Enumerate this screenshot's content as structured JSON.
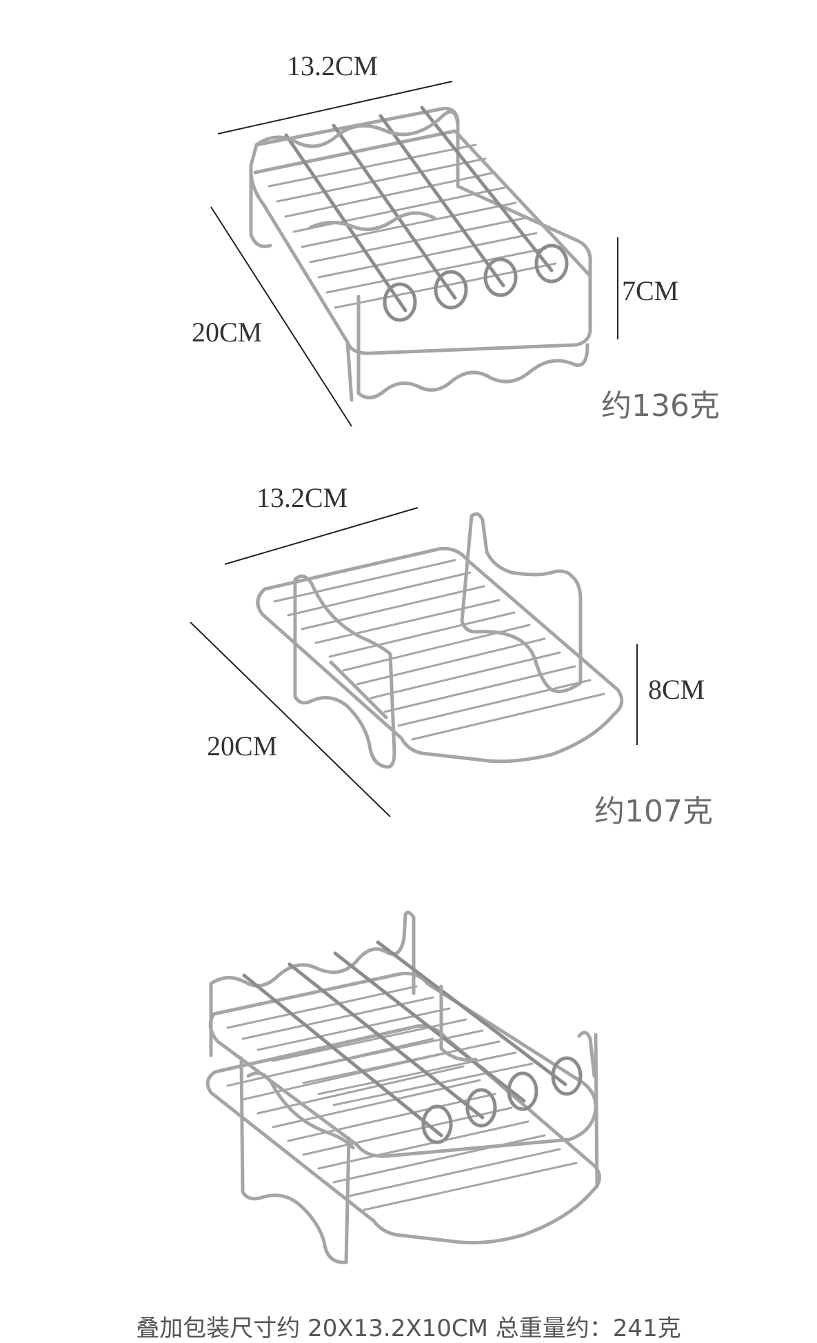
{
  "rack1": {
    "width_label": "13.2CM",
    "length_label": "20CM",
    "height_label": "7CM",
    "weight_label": "约136克"
  },
  "rack2": {
    "width_label": "13.2CM",
    "length_label": "20CM",
    "height_label": "8CM",
    "weight_label": "约107克"
  },
  "stacked": {
    "caption": "叠加包装尺寸约 20X13.2X10CM 总重量约：241克"
  },
  "colors": {
    "background": "#ffffff",
    "dimension_text": "#333333",
    "weight_text": "#6b6b6b",
    "steel": "#9a9a9a"
  }
}
